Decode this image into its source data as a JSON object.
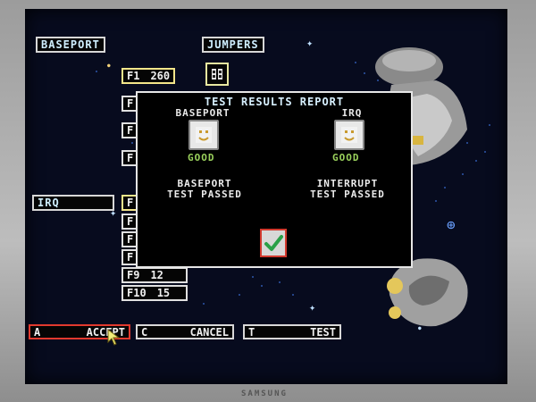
{
  "header": {
    "baseport_label": "BASEPORT",
    "jumpers_label": "JUMPERS"
  },
  "side": {
    "irq_label": "IRQ"
  },
  "fkeys": [
    {
      "key": "F1",
      "value": "260"
    },
    {
      "key": "F",
      "value": ""
    },
    {
      "key": "F",
      "value": ""
    },
    {
      "key": "F",
      "value": ""
    },
    {
      "key": "F",
      "value": ""
    },
    {
      "key": "F",
      "value": ""
    },
    {
      "key": "F",
      "value": ""
    },
    {
      "key": "F",
      "value": ""
    },
    {
      "key": "F9",
      "value": "12"
    },
    {
      "key": "F10",
      "value": "15"
    }
  ],
  "dialog": {
    "title": "TEST RESULTS REPORT",
    "left": {
      "heading": "BASEPORT",
      "status": "GOOD",
      "line1": "BASEPORT",
      "line2": "TEST PASSED"
    },
    "right": {
      "heading": "IRQ",
      "status": "GOOD",
      "line1": "INTERRUPT",
      "line2": "TEST PASSED"
    }
  },
  "buttons": [
    {
      "key": "A",
      "label": "ACCEPT"
    },
    {
      "key": "C",
      "label": "CANCEL"
    },
    {
      "key": "T",
      "label": "TEST"
    }
  ],
  "monitor": {
    "brand": "SAMSUNG"
  },
  "colors": {
    "screen_bg": "#070b1e",
    "good": "#9ad15c",
    "selected_border": "#e23a2e"
  }
}
